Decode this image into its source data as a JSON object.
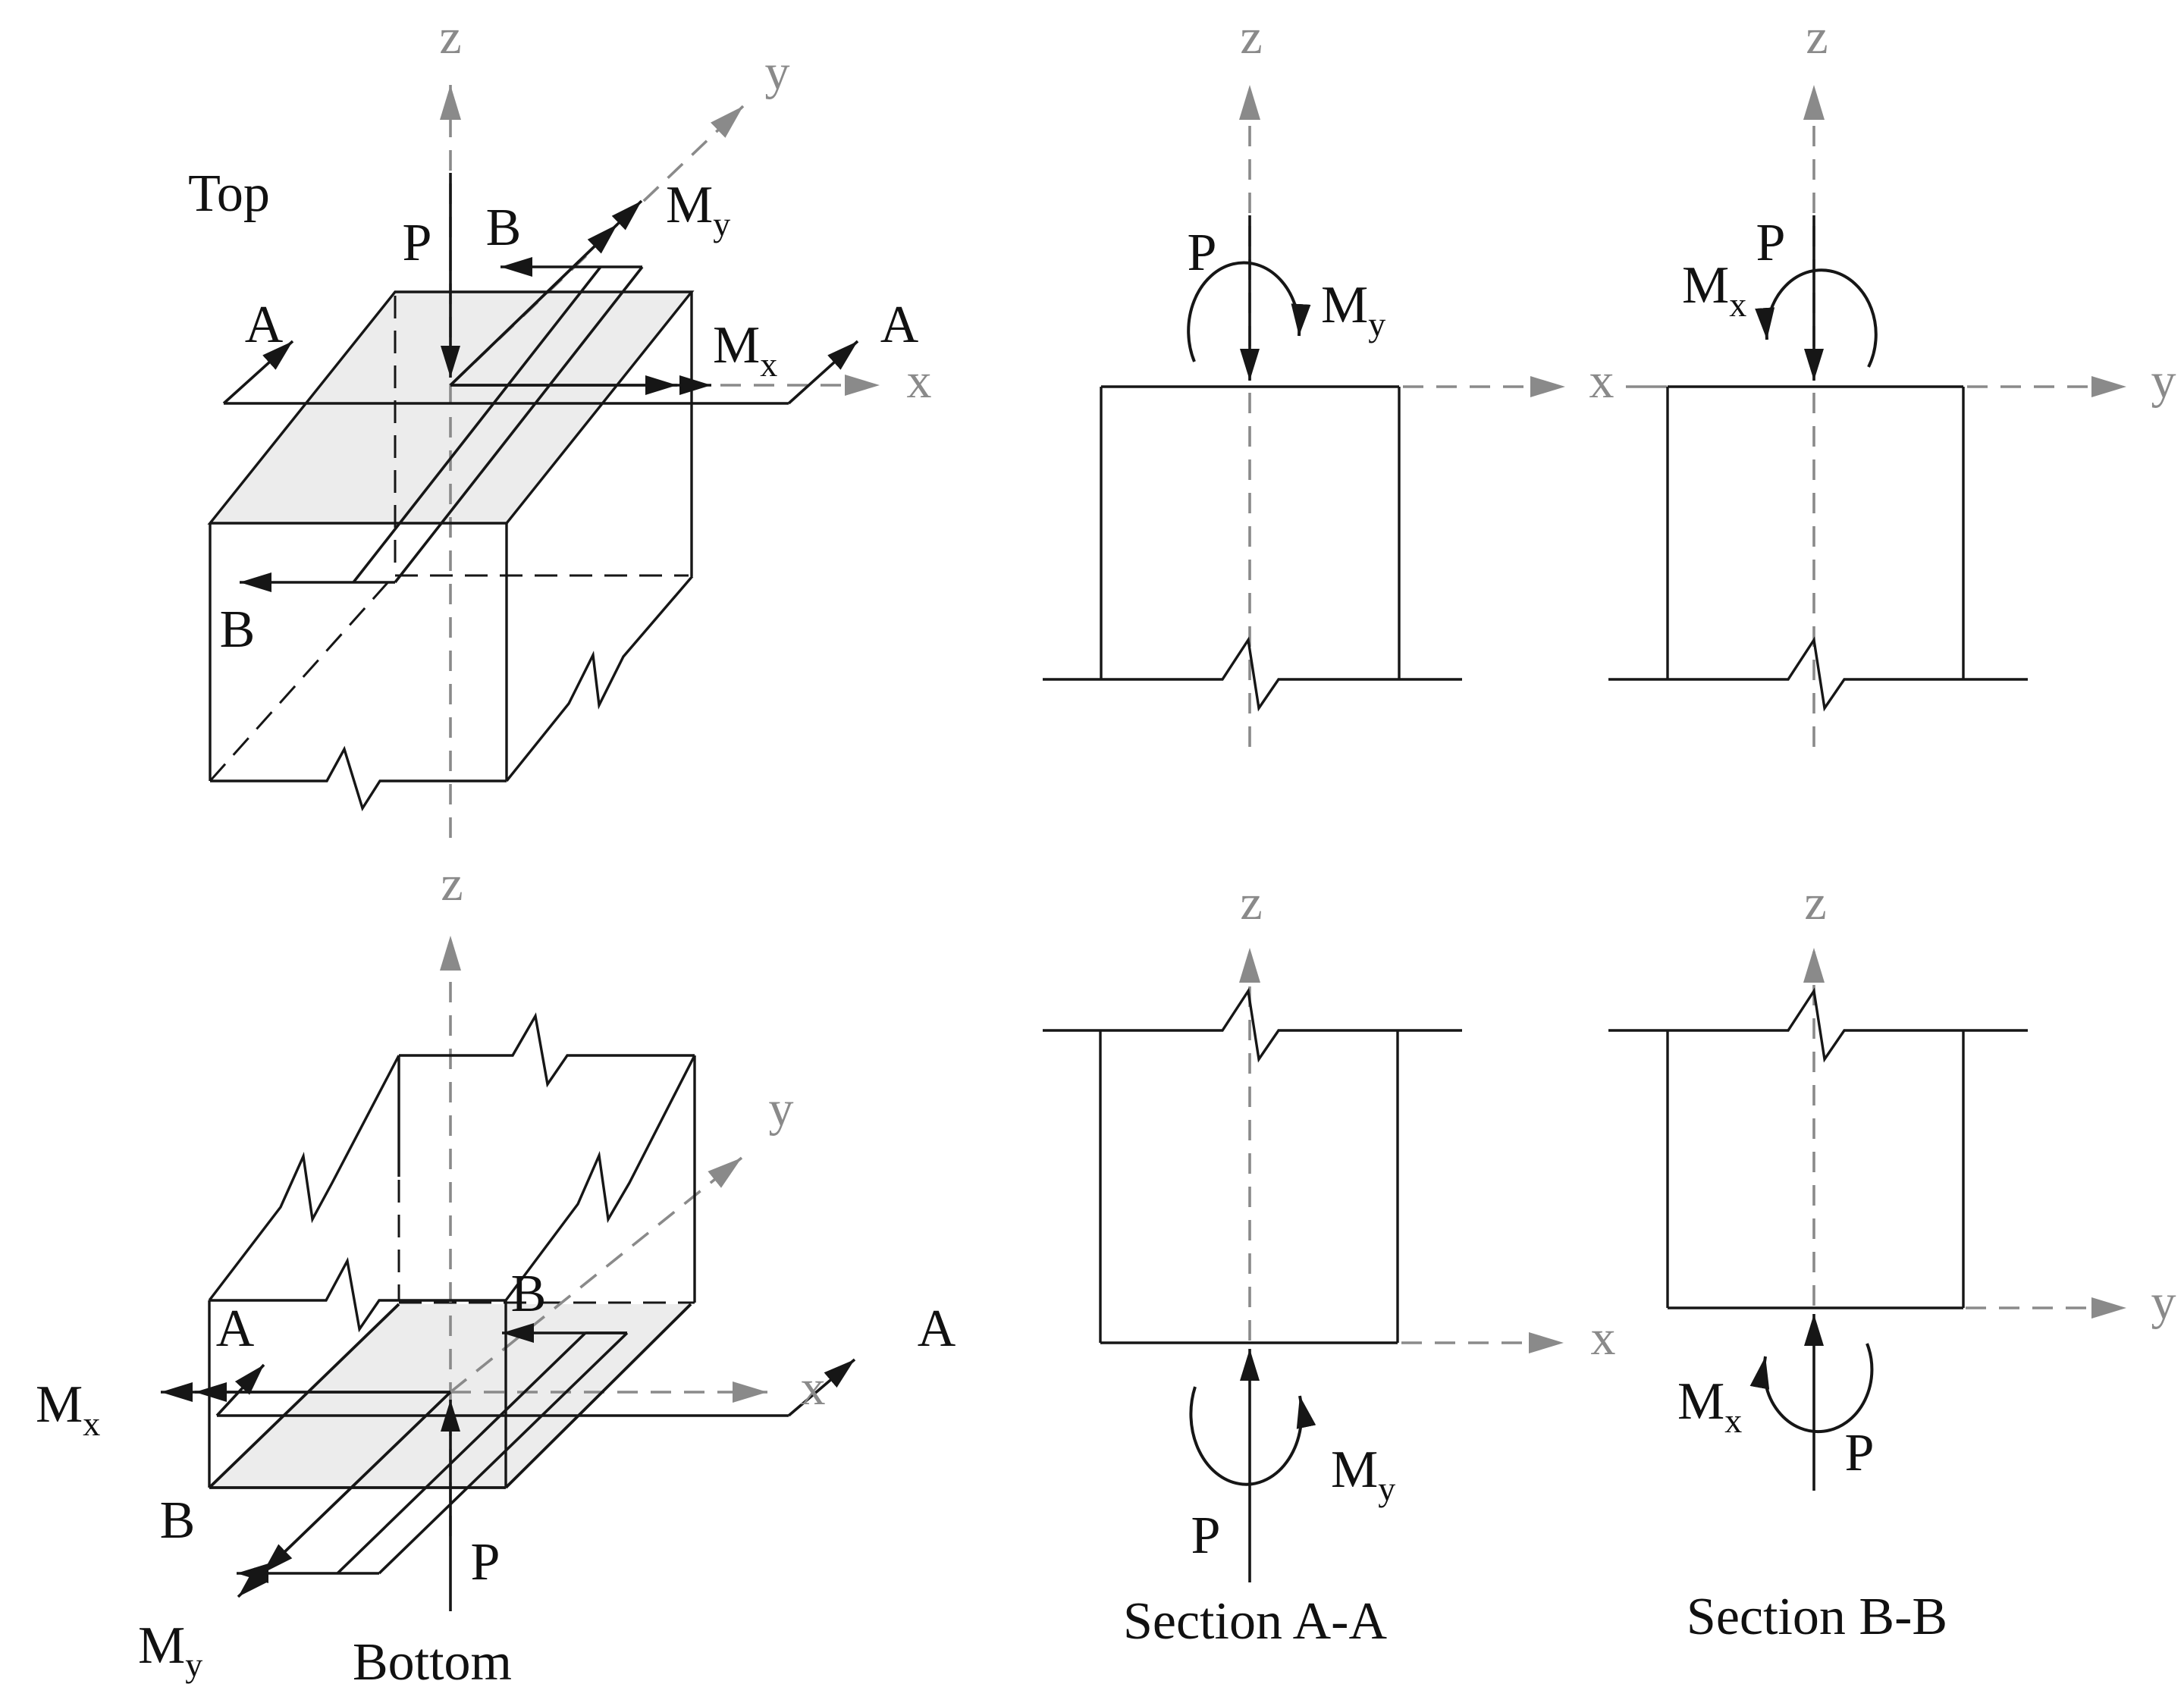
{
  "colors": {
    "line_black": "#161616",
    "axis_gray": "#8a8a8a",
    "section_face_fill": "#ececec",
    "background": "#ffffff"
  },
  "top3d": {
    "title": "Top",
    "axis_x": "x",
    "axis_y": "y",
    "axis_z": "z",
    "force_p": "P",
    "moment_mx": {
      "m": "M",
      "sub": "x"
    },
    "moment_my": {
      "m": "M",
      "sub": "y"
    },
    "cut_a": "A",
    "cut_b": "B"
  },
  "bottom3d": {
    "title": "Bottom",
    "axis_x": "x",
    "axis_y": "y",
    "axis_z": "z",
    "force_p": "P",
    "moment_mx": {
      "m": "M",
      "sub": "x"
    },
    "moment_my": {
      "m": "M",
      "sub": "y"
    },
    "cut_a": "A",
    "cut_b": "B"
  },
  "section_aa_top": {
    "axis_x": "x",
    "axis_z": "z",
    "force_p": "P",
    "moment_my": {
      "m": "M",
      "sub": "y"
    }
  },
  "section_bb_top": {
    "axis_y": "y",
    "axis_z": "z",
    "force_p": "P",
    "moment_mx": {
      "m": "M",
      "sub": "x"
    }
  },
  "section_aa_bottom": {
    "caption": "Section A-A",
    "axis_x": "x",
    "axis_z": "z",
    "force_p": "P",
    "moment_my": {
      "m": "M",
      "sub": "y"
    }
  },
  "section_bb_bottom": {
    "caption": "Section B-B",
    "axis_y": "y",
    "axis_z": "z",
    "force_p": "P",
    "moment_mx": {
      "m": "M",
      "sub": "x"
    }
  }
}
